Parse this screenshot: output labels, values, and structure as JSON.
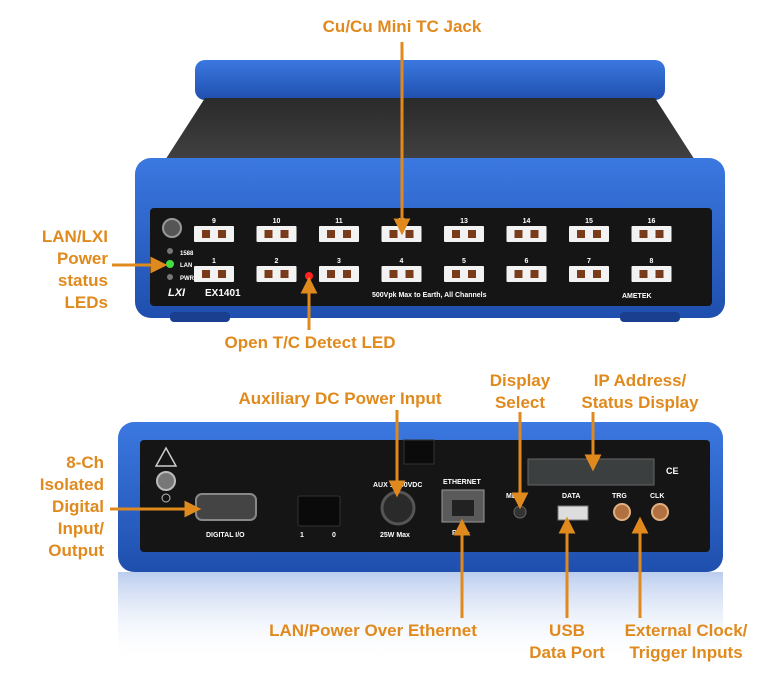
{
  "callouts": {
    "mini_tc_jack": "Cu/Cu Mini TC Jack",
    "lan_lxi_leds": [
      "LAN/LXI",
      "Power",
      "status",
      "LEDs"
    ],
    "open_tc_led": "Open T/C Detect LED",
    "aux_dc_power": "Auxiliary DC Power Input",
    "display_select": [
      "Display",
      "Select"
    ],
    "ip_status_display": [
      "IP Address/",
      "Status Display"
    ],
    "digital_io": [
      "8-Ch",
      "Isolated",
      "Digital",
      "Input/",
      "Output"
    ],
    "lan_poe": "LAN/Power Over Ethernet",
    "usb_port": [
      "USB",
      "Data Port"
    ],
    "ext_clock": [
      "External Clock/",
      "Trigger Inputs"
    ]
  },
  "front_panel": {
    "top_channels": [
      "9",
      "10",
      "11",
      "12",
      "13",
      "14",
      "15",
      "16"
    ],
    "bottom_channels": [
      "1",
      "2",
      "3",
      "4",
      "5",
      "6",
      "7",
      "8"
    ],
    "led_labels": [
      "1588",
      "LAN",
      "PWR"
    ],
    "lxi_logo": "LXI",
    "model": "EX1401",
    "warning": "500Vpk Max to Earth, All Channels",
    "brand": "AMETEK"
  },
  "rear_panel": {
    "digital_io_label": "DIGITAL I/O",
    "switch_labels": [
      "1",
      "0"
    ],
    "aux_label": "AUX 10-50VDC",
    "aux_max": "25W Max",
    "ethernet_label": "ETHERNET",
    "poe_label": "PoE+",
    "menu_label": "MENU",
    "data_label": "DATA",
    "trg_label": "TRG",
    "clk_label": "CLK",
    "ce_mark": "CE"
  },
  "colors": {
    "callout": "#e08a1e",
    "chassis_blue": "#2b62c9",
    "panel_black": "#151515"
  }
}
